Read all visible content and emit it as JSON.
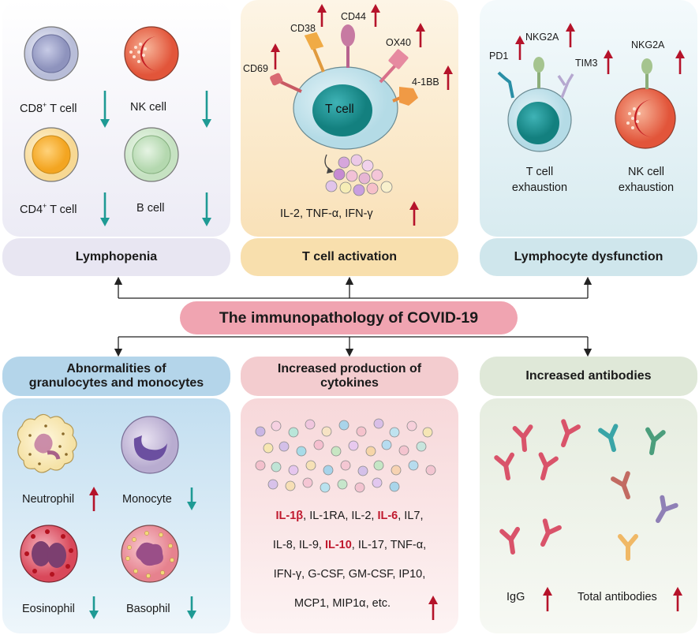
{
  "center": {
    "title": "The immunopathology of COVID-19"
  },
  "lymphopenia": {
    "title": "Lymphopenia",
    "cells": [
      "CD8",
      "T cell",
      "NK cell",
      "CD4",
      "T cell",
      "B cell"
    ],
    "superscript": "+"
  },
  "activation": {
    "title": "T cell activation",
    "center_cell": "T cell",
    "markers": [
      "CD69",
      "CD38",
      "CD44",
      "OX40",
      "4-1BB"
    ],
    "cytokines": "IL-2, TNF-α, IFN-γ"
  },
  "dysfunction": {
    "title": "Lymphocyte dysfunction",
    "markers": [
      "PD1",
      "NKG2A",
      "TIM3",
      "NKG2A"
    ],
    "tcell_line1": "T cell",
    "tcell_line2": "exhaustion",
    "nk_line1": "NK cell",
    "nk_line2": "exhaustion"
  },
  "granulocytes": {
    "title_line1": "Abnormalities of",
    "title_line2": "granulocytes and monocytes",
    "cells": [
      "Neutrophil",
      "Monocyte",
      "Eosinophil",
      "Basophil"
    ]
  },
  "cytokines": {
    "title_line1": "Increased production of",
    "title_line2": "cytokines",
    "rows": [
      [
        {
          "t": "IL-1β",
          "h": true
        },
        {
          "t": ", IL-1RA, IL-2, ",
          "h": false
        },
        {
          "t": "IL-6",
          "h": true
        },
        {
          "t": ", IL7,",
          "h": false
        }
      ],
      [
        {
          "t": "IL-8, IL-9, ",
          "h": false
        },
        {
          "t": "IL-10",
          "h": true
        },
        {
          "t": ", IL-17, TNF-α,",
          "h": false
        }
      ],
      [
        {
          "t": "IFN-γ, G-CSF, GM-CSF, IP10,",
          "h": false
        }
      ],
      [
        {
          "t": "MCP1, MIP1α, etc.",
          "h": false
        }
      ]
    ]
  },
  "antibodies": {
    "title": "Increased antibodies",
    "igg": "IgG",
    "total": "Total antibodies"
  },
  "colors": {
    "up_arrow": "#b5132a",
    "down_arrow": "#1e9a94",
    "center_pill": "#f0a4b1",
    "highlight": "#c0192e"
  }
}
